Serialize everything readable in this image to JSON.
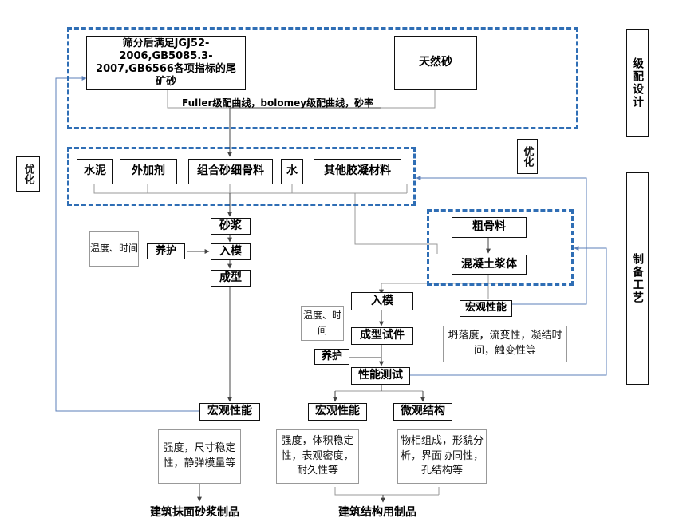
{
  "side_labels": {
    "grading": "级配设计",
    "process": "制备工艺",
    "optimize_left": "优化",
    "optimize_right": "优化"
  },
  "grading": {
    "tailings": "筛分后满足JGJ52-2006,GB5085.3-2007,GB6566各项指标的尾矿砂",
    "natural_sand": "天然砂",
    "curve_caption": "Fuller级配曲线，bolomey级配曲线，砂率"
  },
  "materials": {
    "cement": "水泥",
    "admixture": "外加剂",
    "fine_aggregate": "组合砂细骨料",
    "water": "水",
    "binder": "其他胶凝材料"
  },
  "mortar_flow": {
    "mortar": "砂浆",
    "into_mold": "入模",
    "forming": "成型",
    "curing": "养护",
    "condition": "温度、时间",
    "macro": "宏观性能",
    "macro_note": "强度，尺寸稳定性，静弹模量等",
    "product": "建筑抹面砂浆制品"
  },
  "concrete_flow": {
    "coarse_aggregate": "粗骨料",
    "paste": "混凝土浆体",
    "paste_macro": "宏观性能",
    "paste_note": "坍落度，流变性，凝结时间，触变性等",
    "into_mold": "入模",
    "condition": "温度、时间",
    "forming_specimen": "成型试件",
    "curing": "养护",
    "testing": "性能测试",
    "macro": "宏观性能",
    "macro_note": "强度，体积稳定性，表观密度，耐久性等",
    "micro": "微观结构",
    "micro_note": "物相组成，形貌分析，界面协同性，孔结构等",
    "product": "建筑结构用制品"
  }
}
